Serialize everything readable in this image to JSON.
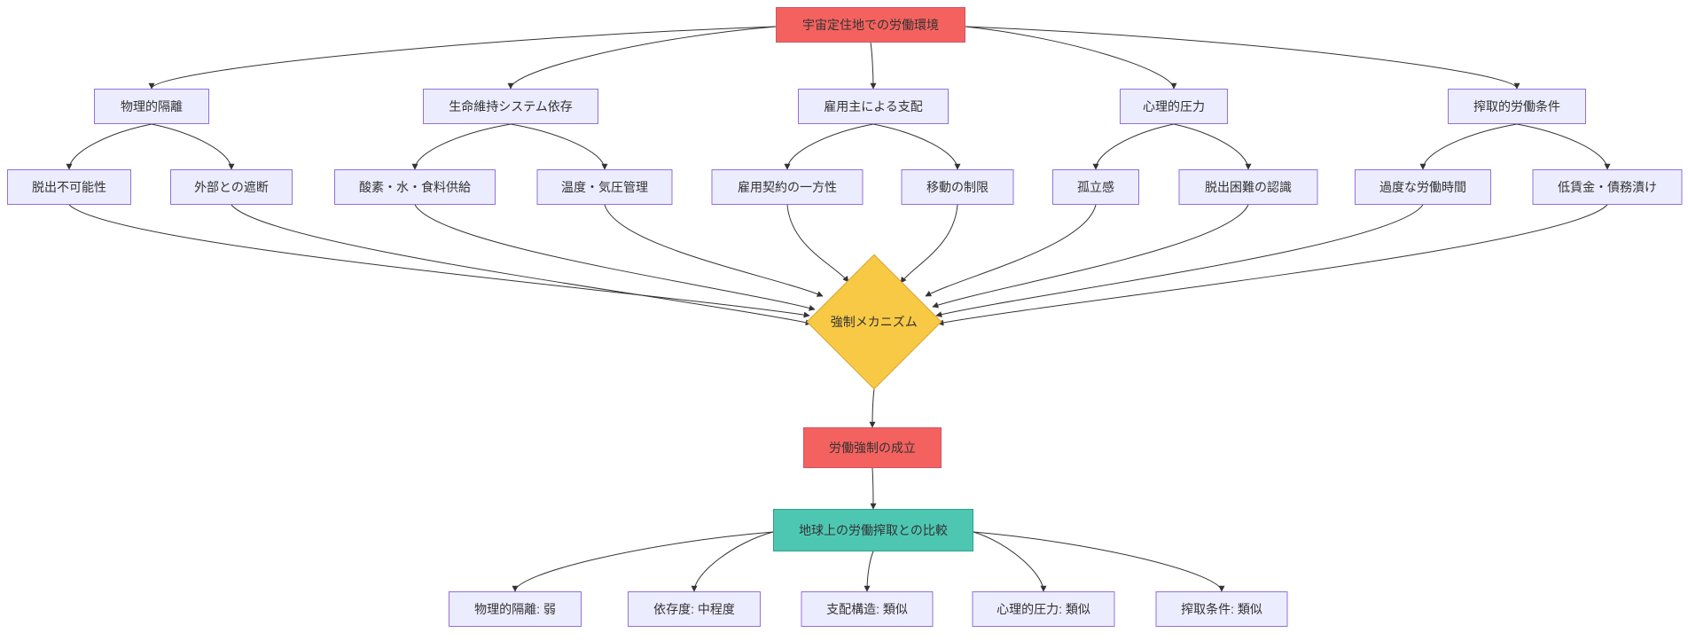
{
  "diagram": {
    "type": "flowchart",
    "nodes": [
      {
        "id": "root",
        "label": "宇宙定住地での労働環境",
        "kind": "emphasis"
      },
      {
        "id": "b1",
        "label": "物理的隔離",
        "kind": "default"
      },
      {
        "id": "b2",
        "label": "生命維持システム依存",
        "kind": "default"
      },
      {
        "id": "b3",
        "label": "雇用主による支配",
        "kind": "default"
      },
      {
        "id": "b4",
        "label": "心理的圧力",
        "kind": "default"
      },
      {
        "id": "b5",
        "label": "搾取的労働条件",
        "kind": "default"
      },
      {
        "id": "c1",
        "label": "脱出不可能性",
        "kind": "default"
      },
      {
        "id": "c2",
        "label": "外部との遮断",
        "kind": "default"
      },
      {
        "id": "c3",
        "label": "酸素・水・食料供給",
        "kind": "default"
      },
      {
        "id": "c4",
        "label": "温度・気圧管理",
        "kind": "default"
      },
      {
        "id": "c5",
        "label": "雇用契約の一方性",
        "kind": "default"
      },
      {
        "id": "c6",
        "label": "移動の制限",
        "kind": "default"
      },
      {
        "id": "c7",
        "label": "孤立感",
        "kind": "default"
      },
      {
        "id": "c8",
        "label": "脱出困難の認識",
        "kind": "default"
      },
      {
        "id": "c9",
        "label": "過度な労働時間",
        "kind": "default"
      },
      {
        "id": "c10",
        "label": "低賃金・債務漬け",
        "kind": "default"
      },
      {
        "id": "decision",
        "label": "強制メカニズム",
        "kind": "decision"
      },
      {
        "id": "result",
        "label": "労働強制の成立",
        "kind": "emphasis"
      },
      {
        "id": "compare",
        "label": "地球上の労働搾取との比較",
        "kind": "comparison"
      },
      {
        "id": "d1",
        "label": "物理的隔離: 弱",
        "kind": "default"
      },
      {
        "id": "d2",
        "label": "依存度: 中程度",
        "kind": "default"
      },
      {
        "id": "d3",
        "label": "支配構造: 類似",
        "kind": "default"
      },
      {
        "id": "d4",
        "label": "心理的圧力: 類似",
        "kind": "default"
      },
      {
        "id": "d5",
        "label": "搾取条件: 類似",
        "kind": "default"
      }
    ],
    "edges": [
      [
        "root",
        "b1"
      ],
      [
        "root",
        "b2"
      ],
      [
        "root",
        "b3"
      ],
      [
        "root",
        "b4"
      ],
      [
        "root",
        "b5"
      ],
      [
        "b1",
        "c1"
      ],
      [
        "b1",
        "c2"
      ],
      [
        "b2",
        "c3"
      ],
      [
        "b2",
        "c4"
      ],
      [
        "b3",
        "c5"
      ],
      [
        "b3",
        "c6"
      ],
      [
        "b4",
        "c7"
      ],
      [
        "b4",
        "c8"
      ],
      [
        "b5",
        "c9"
      ],
      [
        "b5",
        "c10"
      ],
      [
        "c1",
        "decision"
      ],
      [
        "c2",
        "decision"
      ],
      [
        "c3",
        "decision"
      ],
      [
        "c4",
        "decision"
      ],
      [
        "c5",
        "decision"
      ],
      [
        "c6",
        "decision"
      ],
      [
        "c7",
        "decision"
      ],
      [
        "c8",
        "decision"
      ],
      [
        "c9",
        "decision"
      ],
      [
        "c10",
        "decision"
      ],
      [
        "decision",
        "result"
      ],
      [
        "result",
        "compare"
      ],
      [
        "compare",
        "d1"
      ],
      [
        "compare",
        "d2"
      ],
      [
        "compare",
        "d3"
      ],
      [
        "compare",
        "d4"
      ],
      [
        "compare",
        "d5"
      ]
    ],
    "colors": {
      "emphasis_fill": "#f4625f",
      "emphasis_stroke": "#c9566b",
      "default_fill": "#ececff",
      "default_stroke": "#9370db",
      "decision_fill": "#f8c944",
      "decision_stroke": "#d9a43b",
      "comparison_fill": "#4ec7b2",
      "comparison_stroke": "#2f9e87",
      "edge": "#333333",
      "text": "#333333"
    }
  }
}
